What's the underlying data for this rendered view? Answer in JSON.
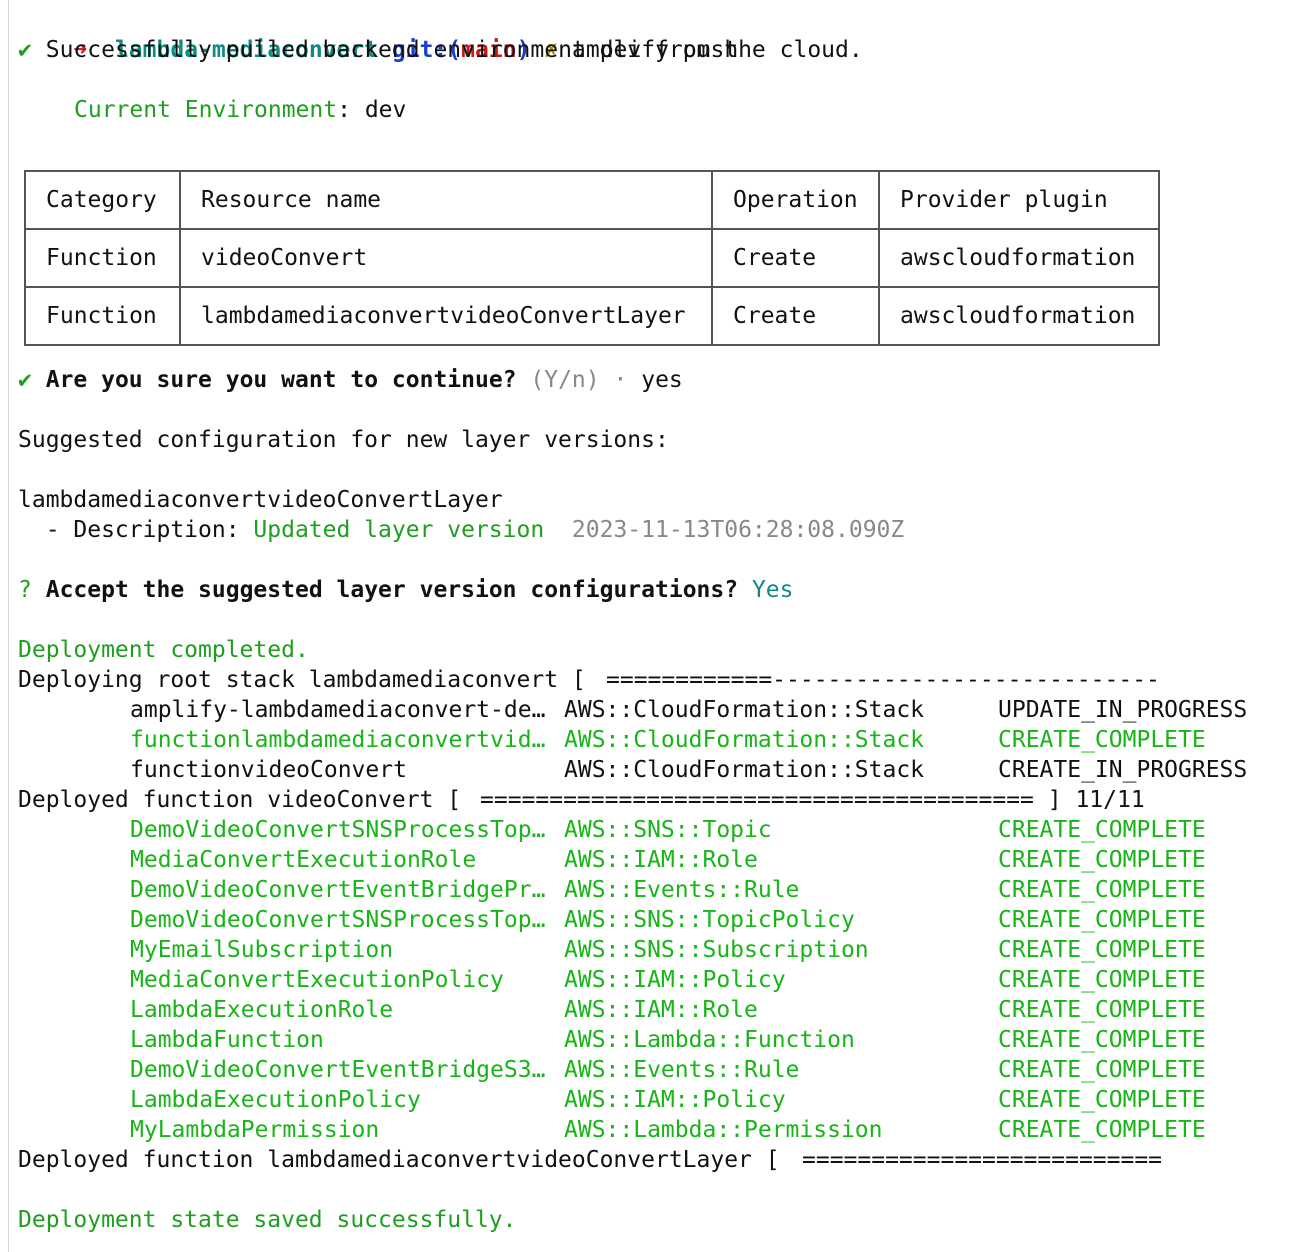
{
  "prompt": {
    "arrow": "➜",
    "dir": "lambda-mediaconvert",
    "git_prefix": "git:(",
    "branch": "main",
    "git_suffix": ")",
    "dirty": "✗",
    "command": "amplify push"
  },
  "pulled": {
    "check": "✔",
    "text": "Successfully pulled backend environment dev from the cloud."
  },
  "env": {
    "label": "Current Environment",
    "sep": ": ",
    "value": "dev"
  },
  "table": {
    "headers": [
      "Category",
      "Resource name",
      "Operation",
      "Provider plugin"
    ],
    "rows": [
      [
        "Function",
        "videoConvert",
        "Create",
        "awscloudformation"
      ],
      [
        "Function",
        "lambdamediaconvertvideoConvertLayer",
        "Create",
        "awscloudformation"
      ]
    ]
  },
  "confirm": {
    "check": "✔",
    "question": "Are you sure you want to continue?",
    "hint": "(Y/n)",
    "dot": "·",
    "answer": "yes"
  },
  "suggested": "Suggested configuration for new layer versions:",
  "layer": {
    "name": "lambdamediaconvertvideoConvertLayer",
    "desc_label": "  - Description: ",
    "desc_value": "Updated layer version",
    "timestamp": "2023-11-13T06:28:08.090Z"
  },
  "accept": {
    "mark": "?",
    "question": "Accept the suggested layer version configurations?",
    "answer": "Yes"
  },
  "deploy_done": "Deployment completed.",
  "root_stack": {
    "label": "Deploying root stack lambdamediaconvert [ ",
    "progress": 0.3,
    "resources": [
      {
        "name": "amplify-lambdamediaconvert-de…",
        "type": "AWS::CloudFormation::Stack",
        "status": "UPDATE_IN_PROGRESS",
        "done": false
      },
      {
        "name": "functionlambdamediaconvertvid…",
        "type": "AWS::CloudFormation::Stack",
        "status": "CREATE_COMPLETE",
        "done": true
      },
      {
        "name": "functionvideoConvert",
        "type": "AWS::CloudFormation::Stack",
        "status": "CREATE_IN_PROGRESS",
        "done": false
      }
    ]
  },
  "video_fn": {
    "label": "Deployed function videoConvert [ ",
    "bar_tail": " ] ",
    "count": "11/11",
    "progress": 1,
    "resources": [
      {
        "name": "DemoVideoConvertSNSProcessTop…",
        "type": "AWS::SNS::Topic",
        "status": "CREATE_COMPLETE"
      },
      {
        "name": "MediaConvertExecutionRole",
        "type": "AWS::IAM::Role",
        "status": "CREATE_COMPLETE"
      },
      {
        "name": "DemoVideoConvertEventBridgePr…",
        "type": "AWS::Events::Rule",
        "status": "CREATE_COMPLETE"
      },
      {
        "name": "DemoVideoConvertSNSProcessTop…",
        "type": "AWS::SNS::TopicPolicy",
        "status": "CREATE_COMPLETE"
      },
      {
        "name": "MyEmailSubscription",
        "type": "AWS::SNS::Subscription",
        "status": "CREATE_COMPLETE"
      },
      {
        "name": "MediaConvertExecutionPolicy",
        "type": "AWS::IAM::Policy",
        "status": "CREATE_COMPLETE"
      },
      {
        "name": "LambdaExecutionRole",
        "type": "AWS::IAM::Role",
        "status": "CREATE_COMPLETE"
      },
      {
        "name": "LambdaFunction",
        "type": "AWS::Lambda::Function",
        "status": "CREATE_COMPLETE"
      },
      {
        "name": "DemoVideoConvertEventBridgeS3…",
        "type": "AWS::Events::Rule",
        "status": "CREATE_COMPLETE"
      },
      {
        "name": "LambdaExecutionPolicy",
        "type": "AWS::IAM::Policy",
        "status": "CREATE_COMPLETE"
      },
      {
        "name": "MyLambdaPermission",
        "type": "AWS::Lambda::Permission",
        "status": "CREATE_COMPLETE"
      }
    ]
  },
  "layer_fn": {
    "label": "Deployed function lambdamediaconvertvideoConvertLayer [ ",
    "progress": 1
  },
  "saved": "Deployment state saved successfully."
}
